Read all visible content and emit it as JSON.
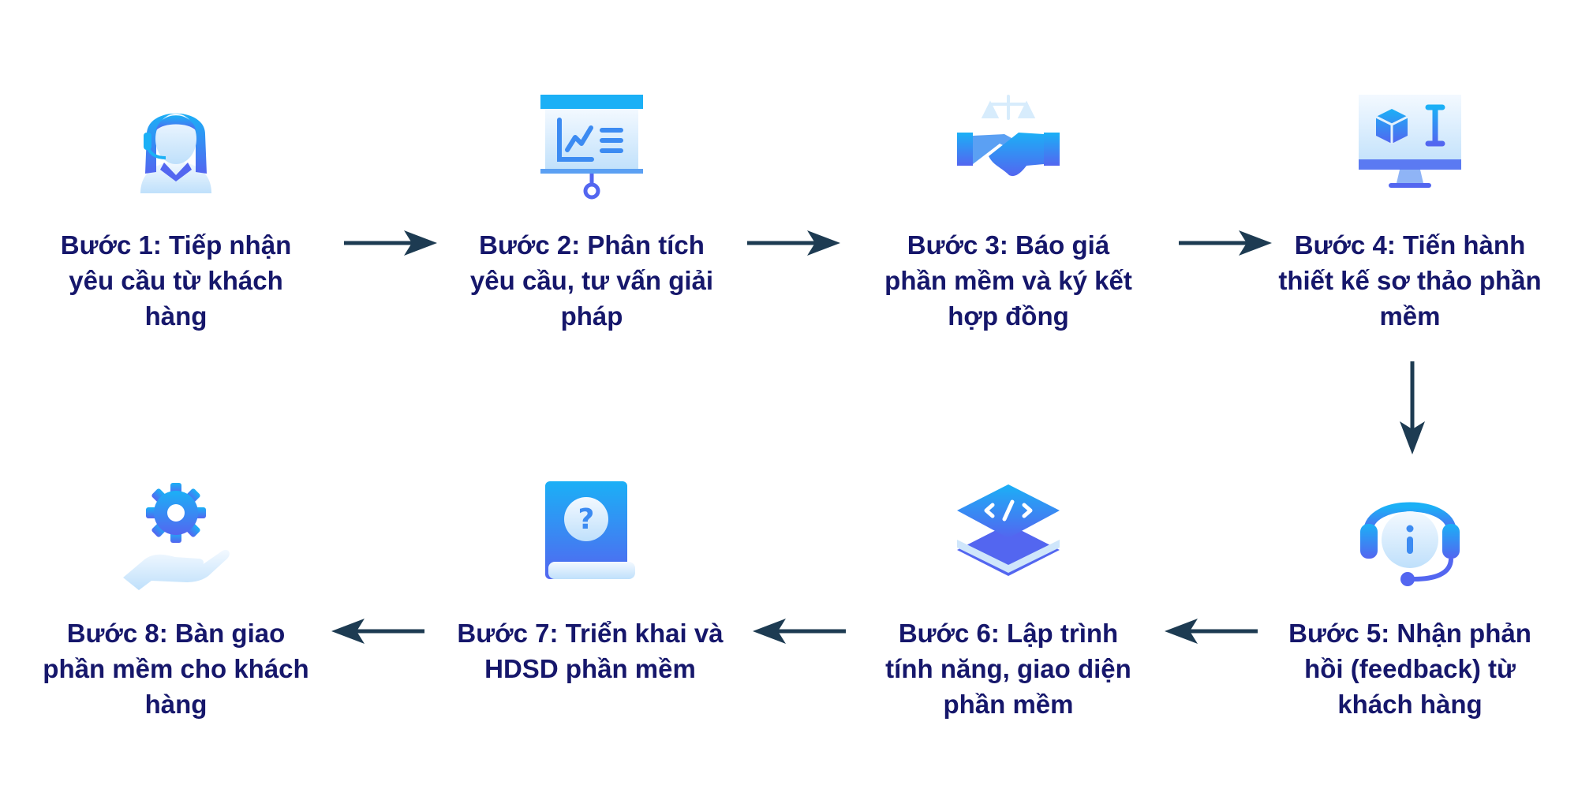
{
  "diagram": {
    "steps": [
      {
        "label": "Bước 1: Tiếp nhận yêu cầu từ khách hàng",
        "icon": "customer-support-agent-icon"
      },
      {
        "label": "Bước 2: Phân tích yêu cầu, tư vấn giải pháp",
        "icon": "presentation-board-chart-icon"
      },
      {
        "label": "Bước 3: Báo giá phần mềm và ký kết hợp đồng",
        "icon": "handshake-icon"
      },
      {
        "label": "Bước 4: Tiến hành thiết kế sơ thảo phần mềm",
        "icon": "monitor-design-icon"
      },
      {
        "label": "Bước 5: Nhận phản hồi (feedback) từ khách hàng",
        "icon": "headset-info-icon"
      },
      {
        "label": "Bước 6: Lập trình tính năng, giao diện phần mềm",
        "icon": "code-layers-icon"
      },
      {
        "label": "Bước 7: Triển khai và HDSD phần mềm",
        "icon": "help-book-icon"
      },
      {
        "label": "Bước 8: Bàn giao phần mềm cho khách hàng",
        "icon": "hand-gear-icon"
      }
    ],
    "colors": {
      "label": "#16176b",
      "arrow": "#1d3b52",
      "icon_light": "#e3f1fd",
      "icon_mid": "#2ea6f5",
      "icon_dark": "#4f66f2"
    }
  }
}
